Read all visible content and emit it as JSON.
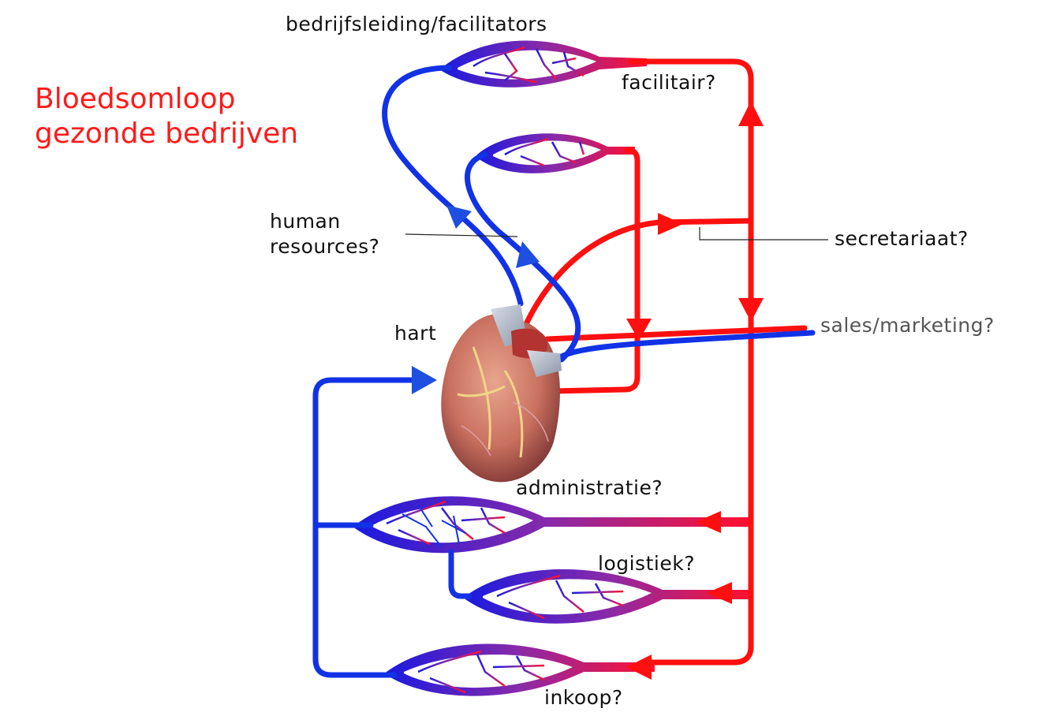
{
  "title": {
    "line1": "Bloedsomloop",
    "line2": "gezonde bedrijven"
  },
  "labels": {
    "top": "bedrijfsleiding/facilitators",
    "facilitair": "facilitair?",
    "hr_line1": "human",
    "hr_line2": "resources?",
    "secretariaat": "secretariaat?",
    "sales": "sales/marketing?",
    "hart": "hart",
    "administratie": "administratie?",
    "logistiek": "logistiek?",
    "inkoop": "inkoop?"
  },
  "colors": {
    "artery": "#ff0f0f",
    "vein": "#1232e6",
    "arrow_vein": "#1f4fe0",
    "title": "#ff1a1a"
  },
  "icons": {
    "heart": "anatomical-heart-icon"
  }
}
